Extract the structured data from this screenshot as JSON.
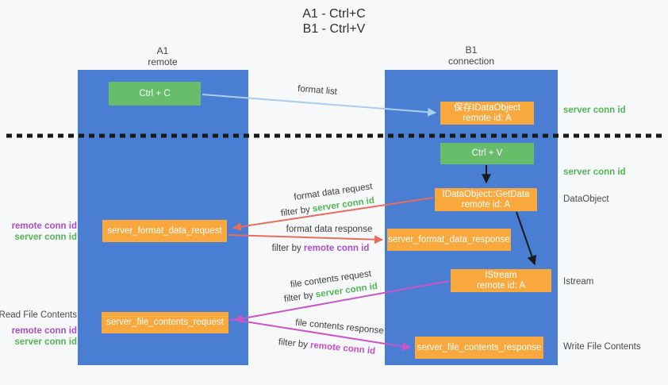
{
  "title": {
    "line1": "A1 - Ctrl+C",
    "line2": "B1 - Ctrl+V"
  },
  "lanes": {
    "left": {
      "name": "A1",
      "subtitle": "remote"
    },
    "right": {
      "name": "B1",
      "subtitle": "connection"
    }
  },
  "nodes": {
    "ctrl_c": {
      "label": "Ctrl + C"
    },
    "ctrl_v": {
      "label": "Ctrl + V"
    },
    "save_dataobject": {
      "line1": "保存IDataObject",
      "line2": "remote id: A"
    },
    "getdata": {
      "line1": "IDataObject::GetData",
      "line2": "remote id: A"
    },
    "istream": {
      "line1": "IStream",
      "line2": "remote id: A"
    },
    "server_format_data_request": {
      "label": "server_format_data_request"
    },
    "server_format_data_response": {
      "label": "server_format_data_response"
    },
    "server_file_contents_request": {
      "label": "server_file_contents_request"
    },
    "server_file_contents_response": {
      "label": "server_file_contents_response"
    }
  },
  "annotations": {
    "right": {
      "server_conn_id_top": "server conn id",
      "server_conn_id_mid": "server conn id",
      "dataobject": "DataObject",
      "istream": "Istream",
      "write_file_contents": "Write File Contents"
    },
    "left": {
      "remote_conn_id_1": "remote conn id",
      "server_conn_id_1": "server conn id",
      "read_file_contents": "Read File Contents",
      "remote_conn_id_2": "remote conn id",
      "server_conn_id_2": "server conn id"
    }
  },
  "flows": {
    "format_list": {
      "label": "format list"
    },
    "format_data_request": {
      "label": "format data request",
      "filter_prefix": "filter by ",
      "filter_key": "server conn id"
    },
    "format_data_response": {
      "label": "format data response",
      "filter_prefix": "filter by ",
      "filter_key": "remote conn id"
    },
    "file_contents_request": {
      "label": "file contents request",
      "filter_prefix": "filter by ",
      "filter_key": "server conn id"
    },
    "file_contents_response": {
      "label": "file contents response",
      "filter_prefix": "filter by ",
      "filter_key": "remote conn id"
    }
  },
  "colors": {
    "lane_blue": "#4a7ed3",
    "node_green": "#68bd6b",
    "node_orange": "#f9a83e",
    "text_green": "#53b556",
    "text_purple": "#ab4fc8",
    "text_magenta": "#c74fc3",
    "arrow_red": "#e96c5f",
    "arrow_magenta": "#cc54c8",
    "arrow_light_blue": "#a9cdee",
    "arrow_black": "#1a1a1a"
  }
}
